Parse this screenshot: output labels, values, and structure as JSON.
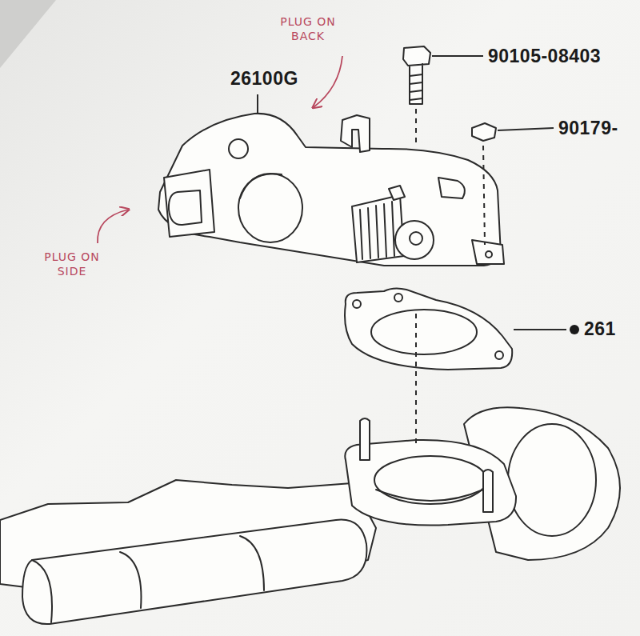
{
  "diagram": {
    "labels": [
      "PLUG ON BACK",
      "26100G",
      "90105-08403",
      "90179-",
      "PLUG ON SIDE",
      "261"
    ]
  }
}
